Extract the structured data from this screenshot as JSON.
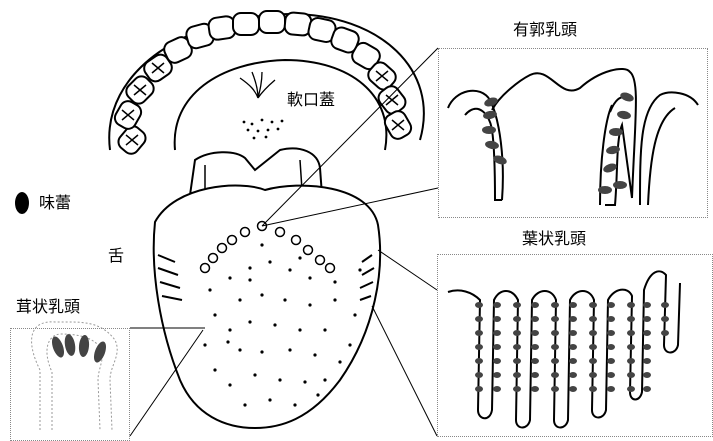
{
  "labels": {
    "circumvallate": "有郭乳頭",
    "soft_palate": "軟口蓋",
    "taste_bud": "味蕾",
    "tongue": "舌",
    "foliate": "葉状乳頭",
    "fungiform": "茸状乳頭"
  },
  "colors": {
    "stroke": "#000000",
    "taste_bud_fill": "#444444",
    "inset_border": "#888888"
  },
  "icons": {
    "legend": "taste-bud-oval"
  }
}
